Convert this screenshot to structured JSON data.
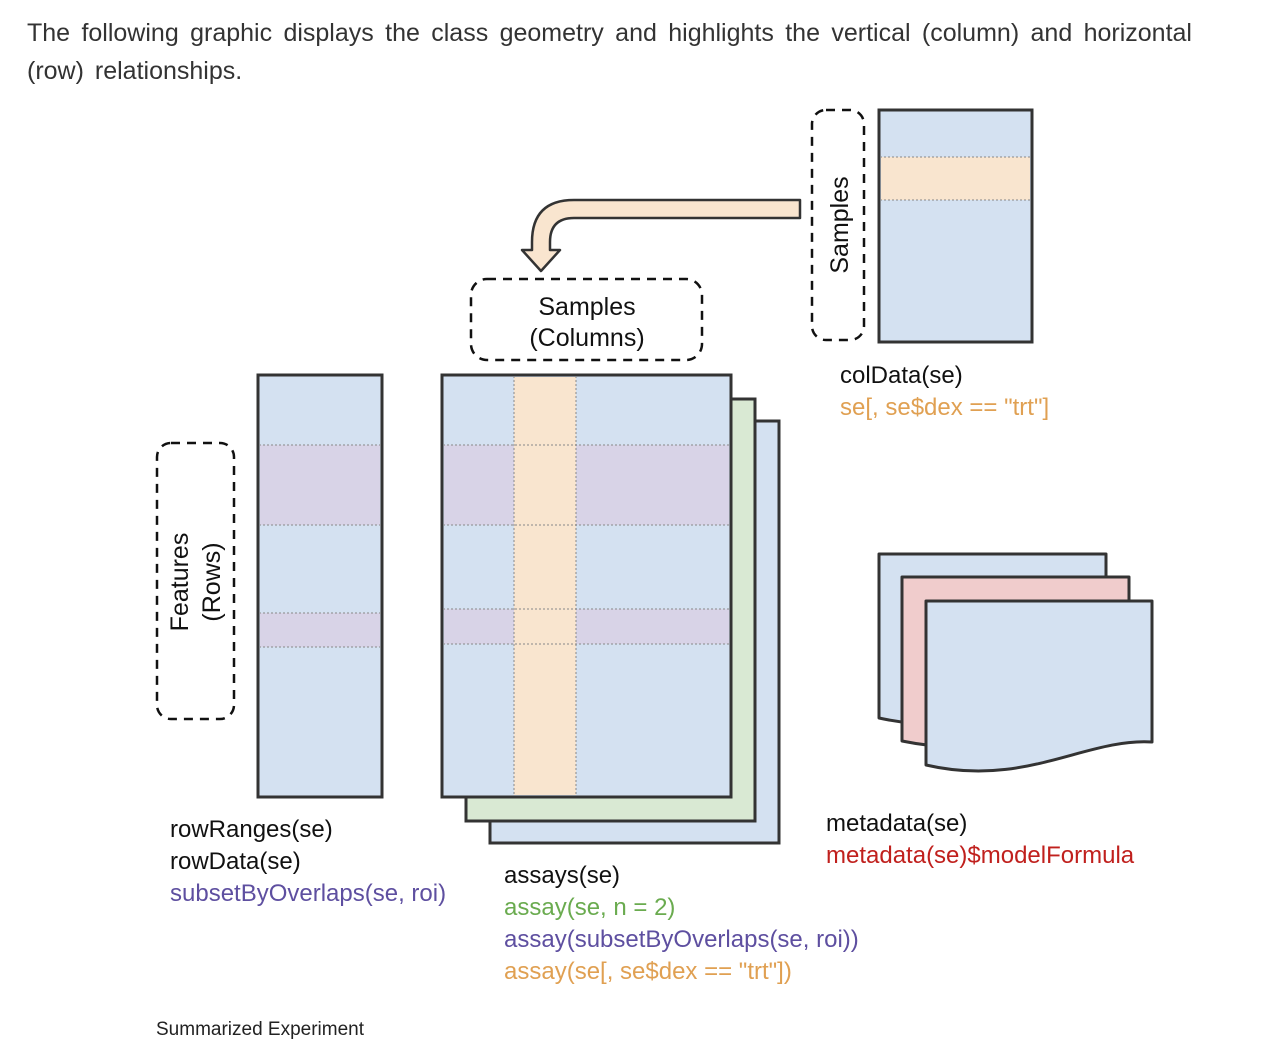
{
  "intro_text": "The following graphic displays the class geometry and highlights the vertical (column) and horizontal (row) relationships.",
  "diagram": {
    "samples_columns_label": [
      "Samples",
      "(Columns)"
    ],
    "features_rows_label": [
      "Features",
      "(Rows)"
    ],
    "samples_label": "Samples",
    "coldata": {
      "accessor": "colData(se)",
      "subset_example": "se[, se$dex == \"trt\"]"
    },
    "rowdata": {
      "accessors": [
        "rowRanges(se)",
        "rowData(se)"
      ],
      "subset_example": "subsetByOverlaps(se, roi)"
    },
    "assays": {
      "accessor": "assays(se)",
      "examples": [
        "assay(se, n = 2)",
        "assay(subsetByOverlaps(se, roi))",
        "assay(se[, se$dex == \"trt\"])"
      ]
    },
    "metadata": {
      "accessor": "metadata(se)",
      "example": "metadata(se)$modelFormula"
    },
    "caption": "Summarized Experiment"
  },
  "colors": {
    "matrix_fill": "#d4e1f1",
    "column_highlight": "#f9e5cf",
    "row_highlight": "#d8d3e7",
    "assay_green": "#d9e9d3",
    "metadata_red": "#f0cccc",
    "outline": "#333333",
    "text_black": "#111111",
    "text_orange": "#e0a052",
    "text_purple": "#5e4fa0",
    "text_green": "#6aab4f",
    "text_red": "#c0201d"
  }
}
